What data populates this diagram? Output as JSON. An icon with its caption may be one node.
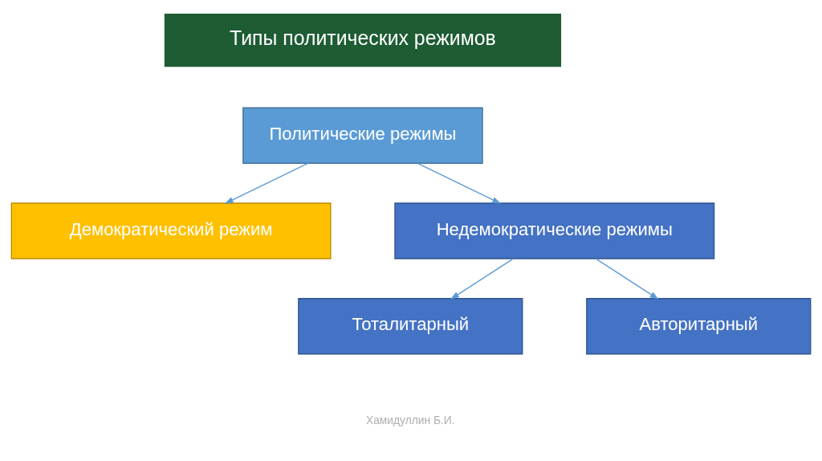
{
  "diagram": {
    "title": "Типы политических режимов",
    "nodes": [
      {
        "text": [
          "Политические режимы"
        ]
      },
      {
        "text": [
          "Демократический режим"
        ]
      },
      {
        "text": [
          "Недемократические режимы"
        ]
      },
      {
        "text": [
          "Тоталитарный"
        ]
      },
      {
        "text": [
          "Авторитарный"
        ]
      }
    ],
    "edges": [
      {
        "from": 0,
        "to": 1,
        "arrow": "to"
      },
      {
        "from": 0,
        "to": 2,
        "arrow": "to"
      },
      {
        "from": 2,
        "to": 3,
        "arrow": "to"
      },
      {
        "from": 2,
        "to": 4,
        "arrow": "to"
      }
    ],
    "labels": [
      "Хамидуллин Б.И."
    ]
  }
}
